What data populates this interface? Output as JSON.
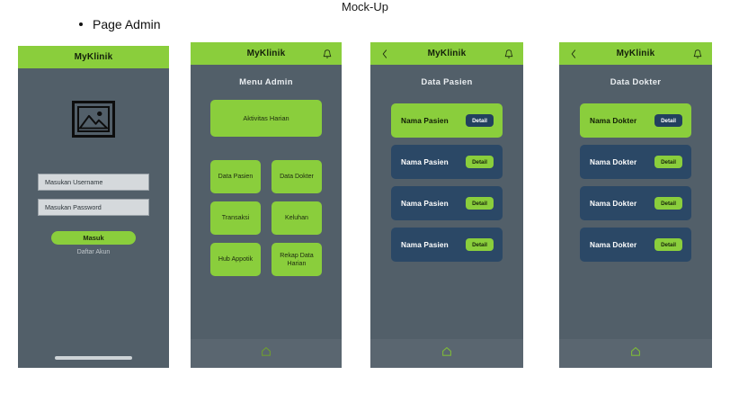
{
  "page": {
    "title": "Mock-Up",
    "section_label": "Page Admin"
  },
  "colors": {
    "green": "#8ACE3C",
    "slate": "#525F69",
    "navy": "#2B4866",
    "bottom_bar": "#5A6670",
    "input_bg": "#D5D9DC"
  },
  "icons": {
    "back": "chevron-left-icon",
    "bell": "bell-icon",
    "home": "home-icon",
    "image": "image-placeholder-icon"
  },
  "screens": [
    {
      "id": "login",
      "appbar": {
        "title": "MyKlinik",
        "has_back": false,
        "has_bell": false
      },
      "image_placeholder_label": "image-placeholder-icon",
      "fields": [
        {
          "name": "username",
          "value": "",
          "placeholder": "Masukan Username"
        },
        {
          "name": "password",
          "value": "",
          "placeholder": "Masukan Password"
        }
      ],
      "submit_label": "Masuk",
      "register_link_label": "Daftar Akun",
      "has_home_indicator": true
    },
    {
      "id": "menu-admin",
      "appbar": {
        "title": "MyKlinik",
        "has_back": false,
        "has_bell": true
      },
      "heading": "Menu Admin",
      "primary_button_label": "Aktivitas Harian",
      "tiles": [
        {
          "label": "Data Pasien"
        },
        {
          "label": "Data Dokter"
        },
        {
          "label": "Transaksi"
        },
        {
          "label": "Keluhan"
        },
        {
          "label": "Hub Appotik"
        },
        {
          "label": "Rekap Data Harian"
        }
      ],
      "bottom_nav": {
        "home_label": "home-icon"
      }
    },
    {
      "id": "data-pasien",
      "appbar": {
        "title": "MyKlinik",
        "has_back": true,
        "has_bell": true
      },
      "heading": "Data Pasien",
      "detail_label": "Detail",
      "rows": [
        {
          "name": "Nama Pasien",
          "active": true
        },
        {
          "name": "Nama Pasien",
          "active": false
        },
        {
          "name": "Nama Pasien",
          "active": false
        },
        {
          "name": "Nama Pasien",
          "active": false
        }
      ],
      "bottom_nav": {
        "home_label": "home-icon"
      }
    },
    {
      "id": "data-dokter",
      "appbar": {
        "title": "MyKlinik",
        "has_back": true,
        "has_bell": true
      },
      "heading": "Data Dokter",
      "detail_label": "Detail",
      "rows": [
        {
          "name": "Nama Dokter",
          "active": true
        },
        {
          "name": "Nama Dokter",
          "active": false
        },
        {
          "name": "Nama Dokter",
          "active": false
        },
        {
          "name": "Nama Dokter",
          "active": false
        }
      ],
      "bottom_nav": {
        "home_label": "home-icon"
      }
    }
  ]
}
